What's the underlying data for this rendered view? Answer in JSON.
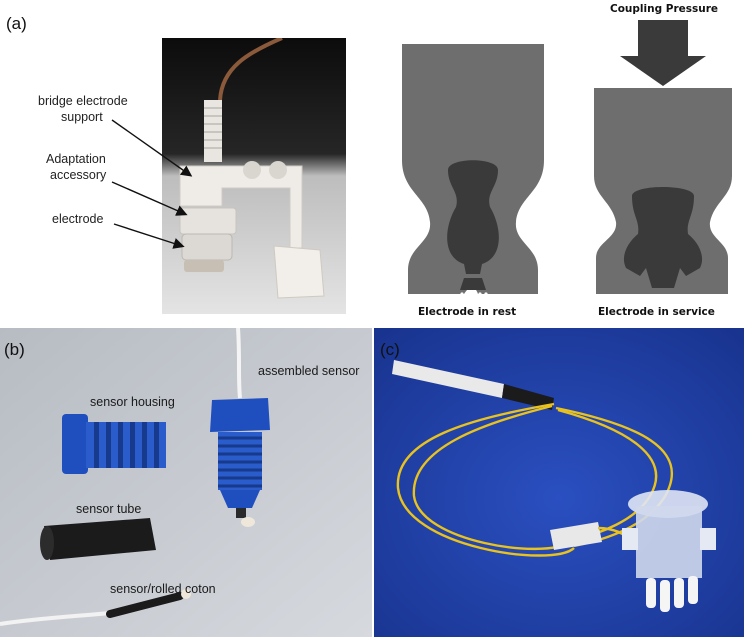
{
  "panel_a": {
    "label": "(a)",
    "annotations": {
      "bridge_line1": "bridge electrode",
      "bridge_line2": "support",
      "adapt_line1": "Adaptation",
      "adapt_line2": "accessory",
      "electrode": "electrode"
    },
    "diagram": {
      "pressure_label": "Coupling Pressure",
      "rest_caption": "Electrode in rest",
      "service_caption": "Electrode in service"
    }
  },
  "panel_b": {
    "label": "(b)",
    "labels": {
      "assembled": "assembled sensor",
      "housing": "sensor housing",
      "tube": "sensor tube",
      "rolled": "sensor/rolled coton"
    }
  },
  "panel_c": {
    "label": "(c)"
  },
  "colors": {
    "diagram_light": "#6e6e6e",
    "diagram_dark": "#3a3a3a",
    "blue_part": "#1f4fbf",
    "photo_bg_b": "#c9cdd3",
    "photo_bg_c": "#1f3fa8",
    "cable_yellow": "#e8c21e"
  }
}
